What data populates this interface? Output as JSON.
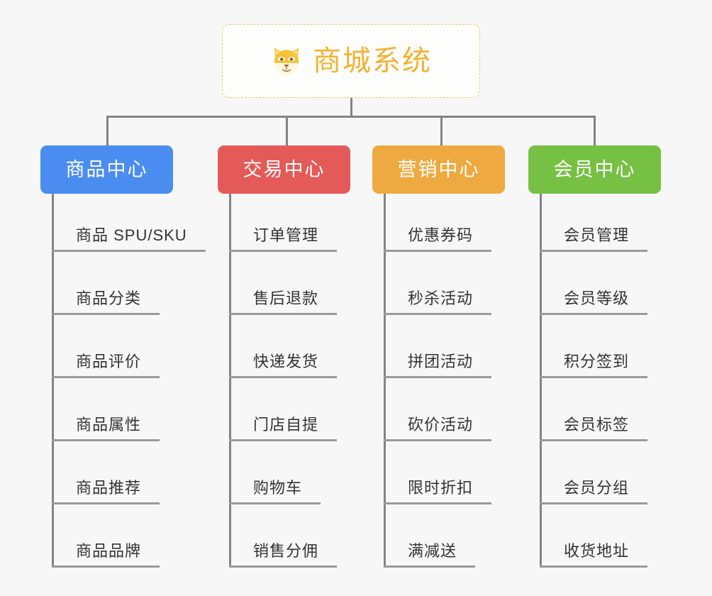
{
  "background_color": "#f7f7f7",
  "root": {
    "title": "商城系统",
    "icon": "shiba-inu-face-icon",
    "text_color": "#f2b233",
    "border_color": "#f0c46a"
  },
  "connector_color": "#848484",
  "columns": [
    {
      "id": "product-center",
      "title": "商品中心",
      "color": "#4a8cf0",
      "items": [
        "商品 SPU/SKU",
        "商品分类",
        "商品评价",
        "商品属性",
        "商品推荐",
        "商品品牌"
      ]
    },
    {
      "id": "trade-center",
      "title": "交易中心",
      "color": "#e45a58",
      "items": [
        "订单管理",
        "售后退款",
        "快递发货",
        "门店自提",
        "购物车",
        "销售分佣"
      ]
    },
    {
      "id": "marketing-center",
      "title": "营销中心",
      "color": "#eeaa40",
      "items": [
        "优惠券码",
        "秒杀活动",
        "拼团活动",
        "砍价活动",
        "限时折扣",
        "满减送"
      ]
    },
    {
      "id": "member-center",
      "title": "会员中心",
      "color": "#76c043",
      "items": [
        "会员管理",
        "会员等级",
        "积分签到",
        "会员标签",
        "会员分组",
        "收货地址"
      ]
    }
  ]
}
